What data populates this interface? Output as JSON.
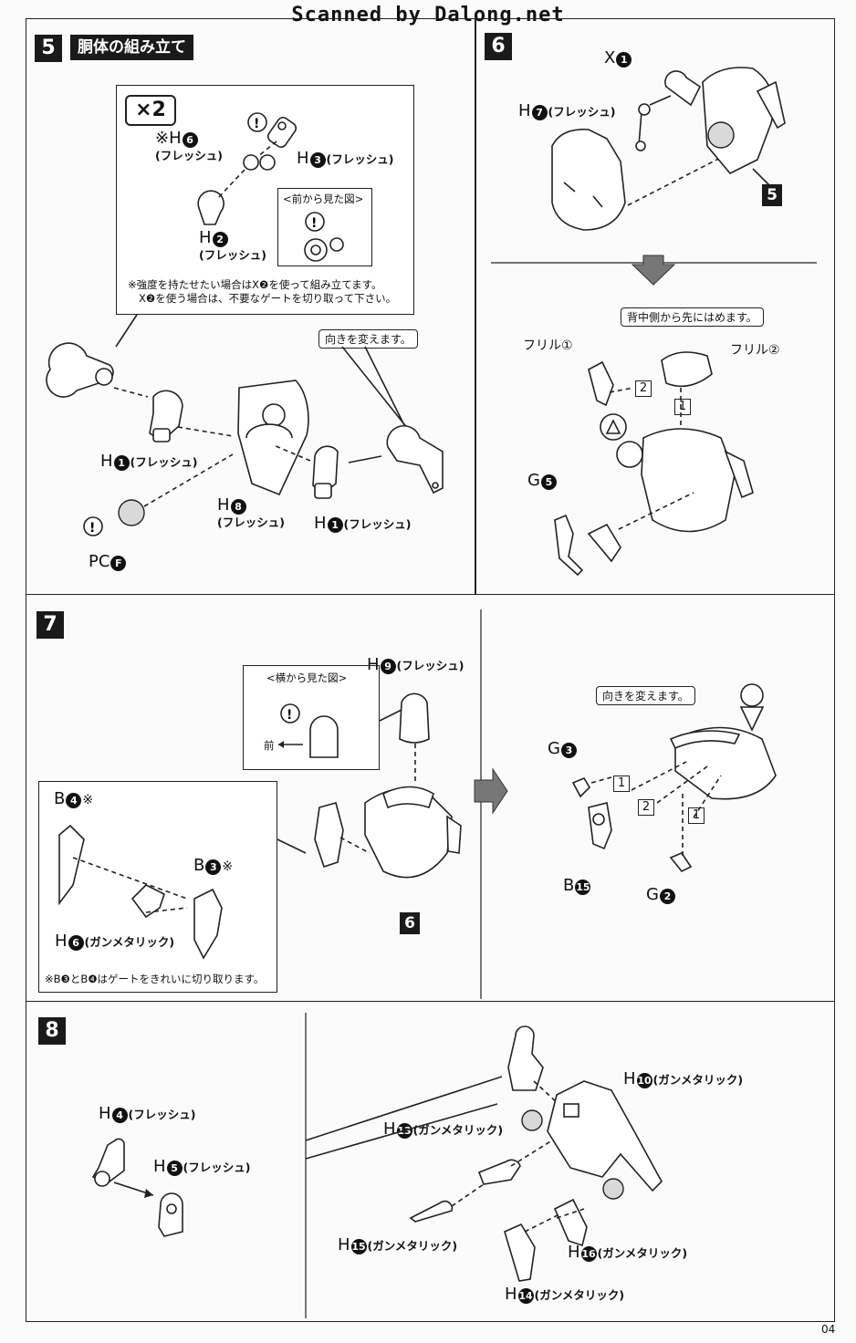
{
  "watermark": "Scanned by Dalong.net",
  "page_number": "04",
  "step5": {
    "number": "5",
    "title": "胴体の組み立て",
    "x2_badge": "×2",
    "callout_h6": "※H",
    "h6_num": "6",
    "h6_note": "(フレッシュ)",
    "h3": "H",
    "h3_num": "3",
    "h3_note": "(フレッシュ)",
    "h2": "H",
    "h2_num": "2",
    "h2_note": "(フレッシュ)",
    "front_view": "<前から見た図>",
    "note_line1": "※強度を持たせたい場合はX❷を使って組み立てます。",
    "note_line2": "X❷を使う場合は、不要なゲートを切り取って下さい。",
    "change_dir": "向きを変えます。",
    "h1_left": "H",
    "h1_left_num": "1",
    "h1_left_note": "(フレッシュ)",
    "h8": "H",
    "h8_num": "8",
    "h8_note": "(フレッシュ)",
    "h1_right": "H",
    "h1_right_num": "1",
    "h1_right_note": "(フレッシュ)",
    "pc": "PC",
    "pc_letter": "F"
  },
  "step6": {
    "number": "6",
    "x1": "X",
    "x1_num": "1",
    "h7": "H",
    "h7_num": "7",
    "h7_note": "(フレッシュ)",
    "ref5": "5",
    "back_side": "背中側から先にはめます。",
    "frill1": "フリル①",
    "frill2": "フリル②",
    "sq2": "2",
    "sq1": "1",
    "g5": "G",
    "g5_num": "5"
  },
  "step7": {
    "number": "7",
    "side_view": "<横から見た図>",
    "front": "前",
    "h9": "H",
    "h9_num": "9",
    "h9_note": "(フレッシュ)",
    "b4": "B",
    "b4_num": "4",
    "b4_mark": "※",
    "b3": "B",
    "b3_num": "3",
    "b3_mark": "※",
    "h6": "H",
    "h6_num": "6",
    "h6_note": "(ガンメタリック)",
    "note": "※B❸とB❹はゲートをきれいに切り取ります。",
    "ref6": "6",
    "change_dir": "向きを変えます。",
    "g3": "G",
    "g3_num": "3",
    "b15": "B",
    "b15_num": "15",
    "g2": "G",
    "g2_num": "2",
    "sq1a": "1",
    "sq2": "2",
    "sq1b": "1"
  },
  "step8": {
    "number": "8",
    "h4": "H",
    "h4_num": "4",
    "h4_note": "(フレッシュ)",
    "h5": "H",
    "h5_num": "5",
    "h5_note": "(フレッシュ)",
    "h10": "H",
    "h10_num": "10",
    "h10_note": "(ガンメタリック)",
    "h13": "H",
    "h13_num": "13",
    "h13_note": "(ガンメタリック)",
    "h15": "H",
    "h15_num": "15",
    "h15_note": "(ガンメタリック)",
    "h16": "H",
    "h16_num": "16",
    "h16_note": "(ガンメタリック)",
    "h14": "H",
    "h14_num": "14",
    "h14_note": "(ガンメタリック)"
  }
}
